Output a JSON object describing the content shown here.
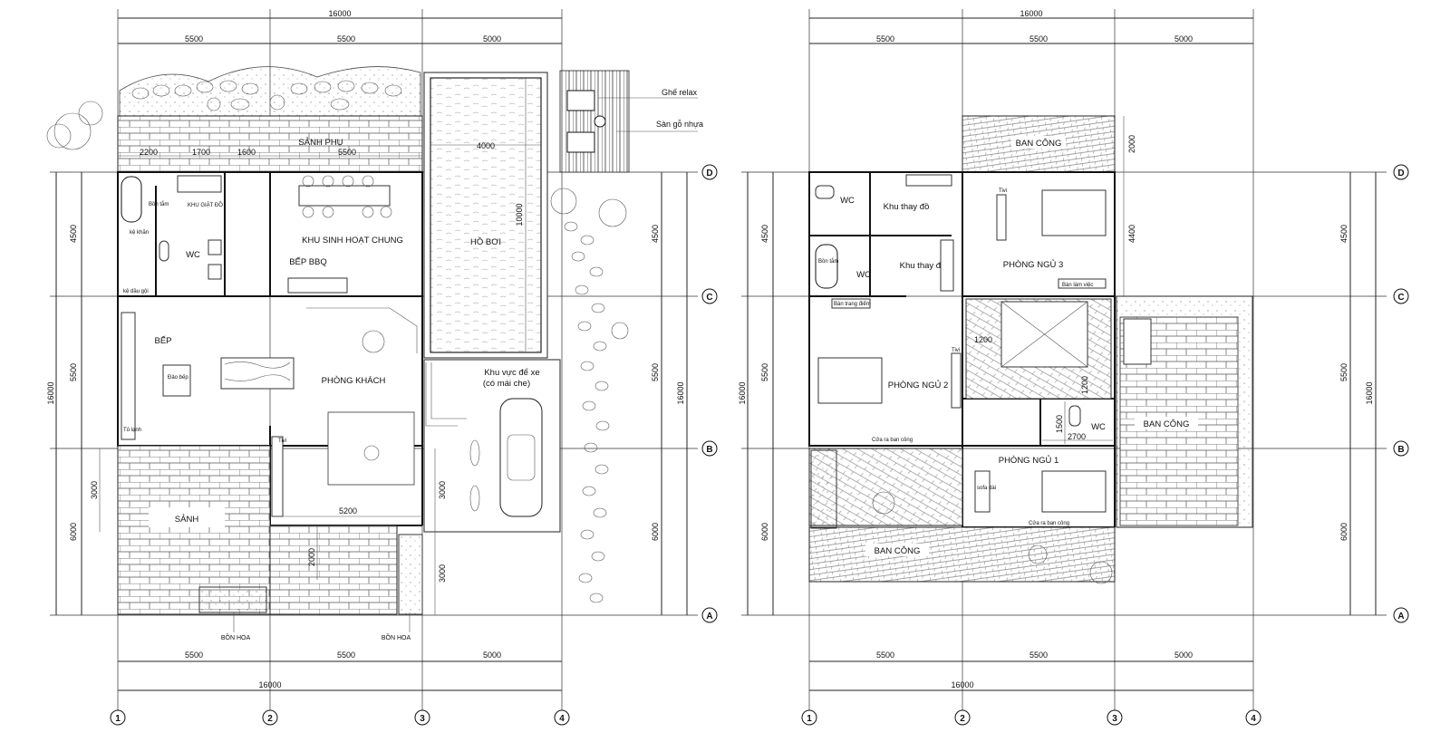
{
  "plan1": {
    "dims_top_total": "16000",
    "dims_top": [
      "5500",
      "5500",
      "5000"
    ],
    "dims_bottom": [
      "5500",
      "5500",
      "5000"
    ],
    "dims_bottom_total": "16000",
    "dims_left": [
      "4500",
      "5500",
      "6000"
    ],
    "dims_left_total": "16000",
    "dims_right": [
      "4500",
      "5500",
      "6000"
    ],
    "dims_right_total": "16000",
    "inner_dims": {
      "d2200": "2200",
      "d1700": "1700",
      "d1600": "1600",
      "d5500": "5500",
      "d4000": "4000",
      "d10000": "10000",
      "d3000a": "3000",
      "d3000b": "3000",
      "d3000c": "3000",
      "d2000": "2000",
      "d5200": "5200"
    },
    "rooms": {
      "sanh_phu": "SẢNH PHỤ",
      "khu_sinh_hoat": "KHU SINH HOẠT CHUNG",
      "bep_bbq": "BẾP BBQ",
      "wc": "WC",
      "bep": "BẾP",
      "phong_khach": "PHÒNG KHÁCH",
      "sanh": "SẢNH",
      "ho_boi": "HỒ BƠI",
      "khu_vuc_de_xe": "Khu vực để xe",
      "co_mai_che": "(có mái che)",
      "bon_hoa_1": "BỒN HOA",
      "bon_hoa_2": "BỒN HOA",
      "ghe_relax": "Ghế relax",
      "san_go_nhua": "Sàn gỗ nhựa",
      "khu_giat_do": "KHU GIẶT ĐỒ",
      "bon_tam": "Bồn tắm",
      "ke_khan": "kệ khăn",
      "ke_dau_goi": "kệ dầu gội",
      "dao_bep": "Đảo bếp",
      "tu_lanh": "Tủ lạnh",
      "tivi": "Tivi"
    }
  },
  "plan2": {
    "dims_top_total": "16000",
    "dims_top": [
      "5500",
      "5500",
      "5000"
    ],
    "dims_bottom": [
      "5500",
      "5500",
      "5000"
    ],
    "dims_bottom_total": "16000",
    "dims_left": [
      "4500",
      "5500",
      "6000"
    ],
    "dims_left_total": "16000",
    "dims_right": [
      "4500",
      "5500",
      "6000"
    ],
    "dims_right_total": "16000",
    "inner_dims": {
      "d2000": "2000",
      "d4400": "4400",
      "d1200": "1200",
      "d1500": "1500",
      "d1200b": "1200",
      "d2700": "2700"
    },
    "rooms": {
      "ban_cong_top": "BAN CÔNG",
      "wc_top": "WC",
      "khu_thay_do_1": "Khu thay đồ",
      "phong_ngu_3": "PHÒNG NGỦ 3",
      "wc_mid": "WC",
      "khu_thay_do_2": "Khu thay đồ",
      "phong_ngu_2": "PHÒNG NGỦ 2",
      "ban_cong_right": "BAN CÔNG",
      "wc_right": "WC",
      "phong_ngu_1": "PHÒNG NGỦ 1",
      "ban_cong_bottom": "BAN CÔNG",
      "ban_trang_diem": "Bàn trang điểm",
      "ban_lam_viec": "Bàn làm việc",
      "cua_ra_ban_cong_1": "Cửa ra ban công",
      "cua_ra_ban_cong_2": "Cửa ra ban công",
      "sofa_dai": "sofa dài",
      "bon_tam": "Bồn tắm",
      "tivi_1": "Tivi",
      "tivi_2": "Tivi"
    }
  },
  "axes": {
    "rows": [
      "D",
      "C",
      "B",
      "A"
    ],
    "cols": [
      "1",
      "2",
      "3",
      "4"
    ]
  },
  "colors": {
    "ink": "#111111",
    "grid": "#333333",
    "hatch": "#555555"
  }
}
